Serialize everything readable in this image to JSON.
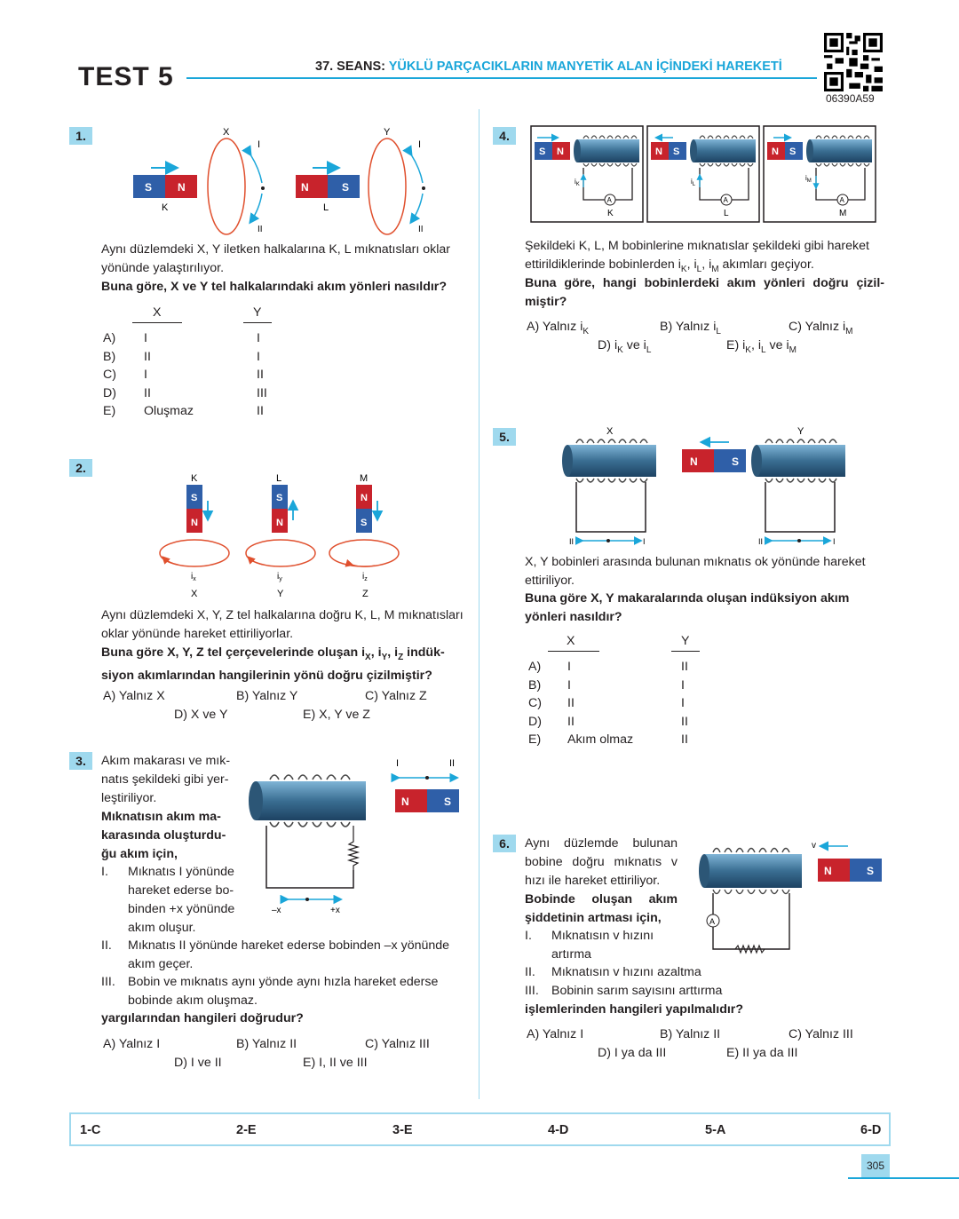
{
  "header": {
    "test_title": "TEST 5",
    "seans": "37. SEANS:",
    "topic": "YÜKLÜ PARÇACIKLARIN MANYETİK ALAN İÇİNDEKİ HAREKETİ",
    "qr_id": "06390A59"
  },
  "q1": {
    "num": "1.",
    "fig": {
      "X": "X",
      "Y": "Y",
      "I": "I",
      "II": "II",
      "K": "K",
      "L": "L",
      "S": "S",
      "N": "N"
    },
    "text": "Aynı düzlemdeki X, Y iletken halkalarına K, L mıknatısları oklar yönünde yalaştırılıyor.",
    "question": "Buna göre, X ve Y tel halkalarındaki akım yönleri nasıldır?",
    "col_x": "X",
    "col_y": "Y",
    "rows": [
      {
        "l": "A)",
        "x": "I",
        "y": "I"
      },
      {
        "l": "B)",
        "x": "II",
        "y": "I"
      },
      {
        "l": "C)",
        "x": "I",
        "y": "II"
      },
      {
        "l": "D)",
        "x": "II",
        "y": "III"
      },
      {
        "l": "E)",
        "x": "Oluşmaz",
        "y": "II"
      }
    ]
  },
  "q2": {
    "num": "2.",
    "fig": {
      "K": "K",
      "L": "L",
      "M": "M",
      "X": "X",
      "Y": "Y",
      "Z": "Z",
      "S": "S",
      "N": "N",
      "ix": "i",
      "ix_sub": "x",
      "iy": "i",
      "iy_sub": "y",
      "iz": "i",
      "iz_sub": "z"
    },
    "text": "Aynı düzlemdeki X, Y, Z tel halkalarına doğru K, L, M mıknatısları oklar yönünde hareket ettiriliyorlar.",
    "q_pre": "Buna göre X, Y, Z tel çerçevelerinde oluşan",
    "i": "i",
    "sx": "X",
    "sy": "Y",
    "sz": "Z",
    "comma": ",",
    "q_word": "indük-",
    "q_line2": "siyon akımlarından hangilerinin yönü doğru çizilmiştir?",
    "opts": {
      "a": "A) Yalnız X",
      "b": "B) Yalnız Y",
      "c": "C) Yalnız Z",
      "d": "D) X ve Y",
      "e": "E) X, Y ve Z"
    }
  },
  "q3": {
    "num": "3.",
    "l1": "Akım makarası ve mık-",
    "l2": "natıs şekildeki gibi yer-",
    "l3": "leştiriliyor.",
    "b1": "Mıknatısın akım ma-",
    "b2": "karasında oluşturdu-",
    "b3": "ğu akım için,",
    "i_num": "I.",
    "i1": "Mıknatıs I yönünde",
    "i2": "hareket ederse bo-",
    "i3": "binden +x yönünde",
    "i4": "akım oluşur.",
    "ii_num": "II.",
    "ii1": "Mıknatıs II yönünde hareket ederse bobinden –x yönünde",
    "ii2": "akım geçer.",
    "iii_num": "III.",
    "iii1": "Bobin ve mıknatıs aynı yönde aynı hızla hareket ederse",
    "iii2": "bobinde akım oluşmaz.",
    "question": "yargılarından hangileri doğrudur?",
    "fig": {
      "I": "I",
      "II": "II",
      "N": "N",
      "S": "S",
      "mx": "–x",
      "px": "+x"
    },
    "opts": {
      "a": "A) Yalnız I",
      "b": "B) Yalnız II",
      "c": "C) Yalnız III",
      "d": "D) I ve II",
      "e": "E) I, II ve III"
    }
  },
  "q4": {
    "num": "4.",
    "fig": {
      "K": "K",
      "L": "L",
      "M": "M",
      "A": "A",
      "S": "S",
      "N": "N",
      "i": "i",
      "sk": "K",
      "sl": "L",
      "sm": "M"
    },
    "t1": "Şekildeki K, L, M bobinlerine mıknatıslar şekildeki gibi hareket",
    "t2_pre": "ettirildiklerinde bobinlerden",
    "t2_post": "akımları geçiyor.",
    "question1": "Buna göre, hangi bobinlerdeki akım yönleri doğru çizil-",
    "question2": "miştir?",
    "i": "i",
    "sk": "K",
    "sl": "L",
    "sm": "M",
    "comma": ",",
    "ve": "ve",
    "a_pre": "A) Yalnız",
    "b_pre": "B) Yalnız",
    "c_pre": "C) Yalnız",
    "d_pre": "D)",
    "e_pre": "E)"
  },
  "q5": {
    "num": "5.",
    "fig": {
      "X": "X",
      "Y": "Y",
      "N": "N",
      "S": "S",
      "I": "I",
      "II": "II"
    },
    "text": "X, Y bobinleri arasında bulunan mıknatıs ok yönünde hareket ettiriliyor.",
    "question": "Buna göre X, Y makaralarında oluşan indüksiyon akım yönleri nasıldır?",
    "col_x": "X",
    "col_y": "Y",
    "rows": [
      {
        "l": "A)",
        "x": "I",
        "y": "II"
      },
      {
        "l": "B)",
        "x": "I",
        "y": "I"
      },
      {
        "l": "C)",
        "x": "II",
        "y": "I"
      },
      {
        "l": "D)",
        "x": "II",
        "y": "II"
      },
      {
        "l": "E)",
        "x": "Akım olmaz",
        "y": "II"
      }
    ]
  },
  "q6": {
    "num": "6.",
    "l1": "Aynı düzlemde bulunan",
    "l2": "bobine doğru mıknatıs v",
    "l3": "hızı ile hareket ettiriliyor.",
    "b1": "Bobinde oluşan akım",
    "b2": "şiddetinin artması için,",
    "i_num": "I.",
    "i1": "Mıknatısın v hızını",
    "i2": "artırma",
    "ii_num": "II.",
    "ii": "Mıknatısın v hızını azaltma",
    "iii_num": "III.",
    "iii": "Bobinin sarım sayısını arttırma",
    "question": "işlemlerinden hangileri yapılmalıdır?",
    "fig": {
      "v": "v",
      "N": "N",
      "S": "S",
      "A": "A"
    },
    "opts": {
      "a": "A) Yalnız I",
      "b": "B) Yalnız II",
      "c": "C) Yalnız III",
      "d": "D) I ya da III",
      "e": "E) II ya da III"
    }
  },
  "answers": [
    "1-C",
    "2-E",
    "3-E",
    "4-D",
    "5-A",
    "6-D"
  ],
  "page_number": "305",
  "colors": {
    "accent": "#1aa6d9",
    "light_accent": "#9fd9ee",
    "magnet_red": "#c8232c",
    "magnet_blue": "#2f5fa8",
    "ring": "#e0502e"
  }
}
